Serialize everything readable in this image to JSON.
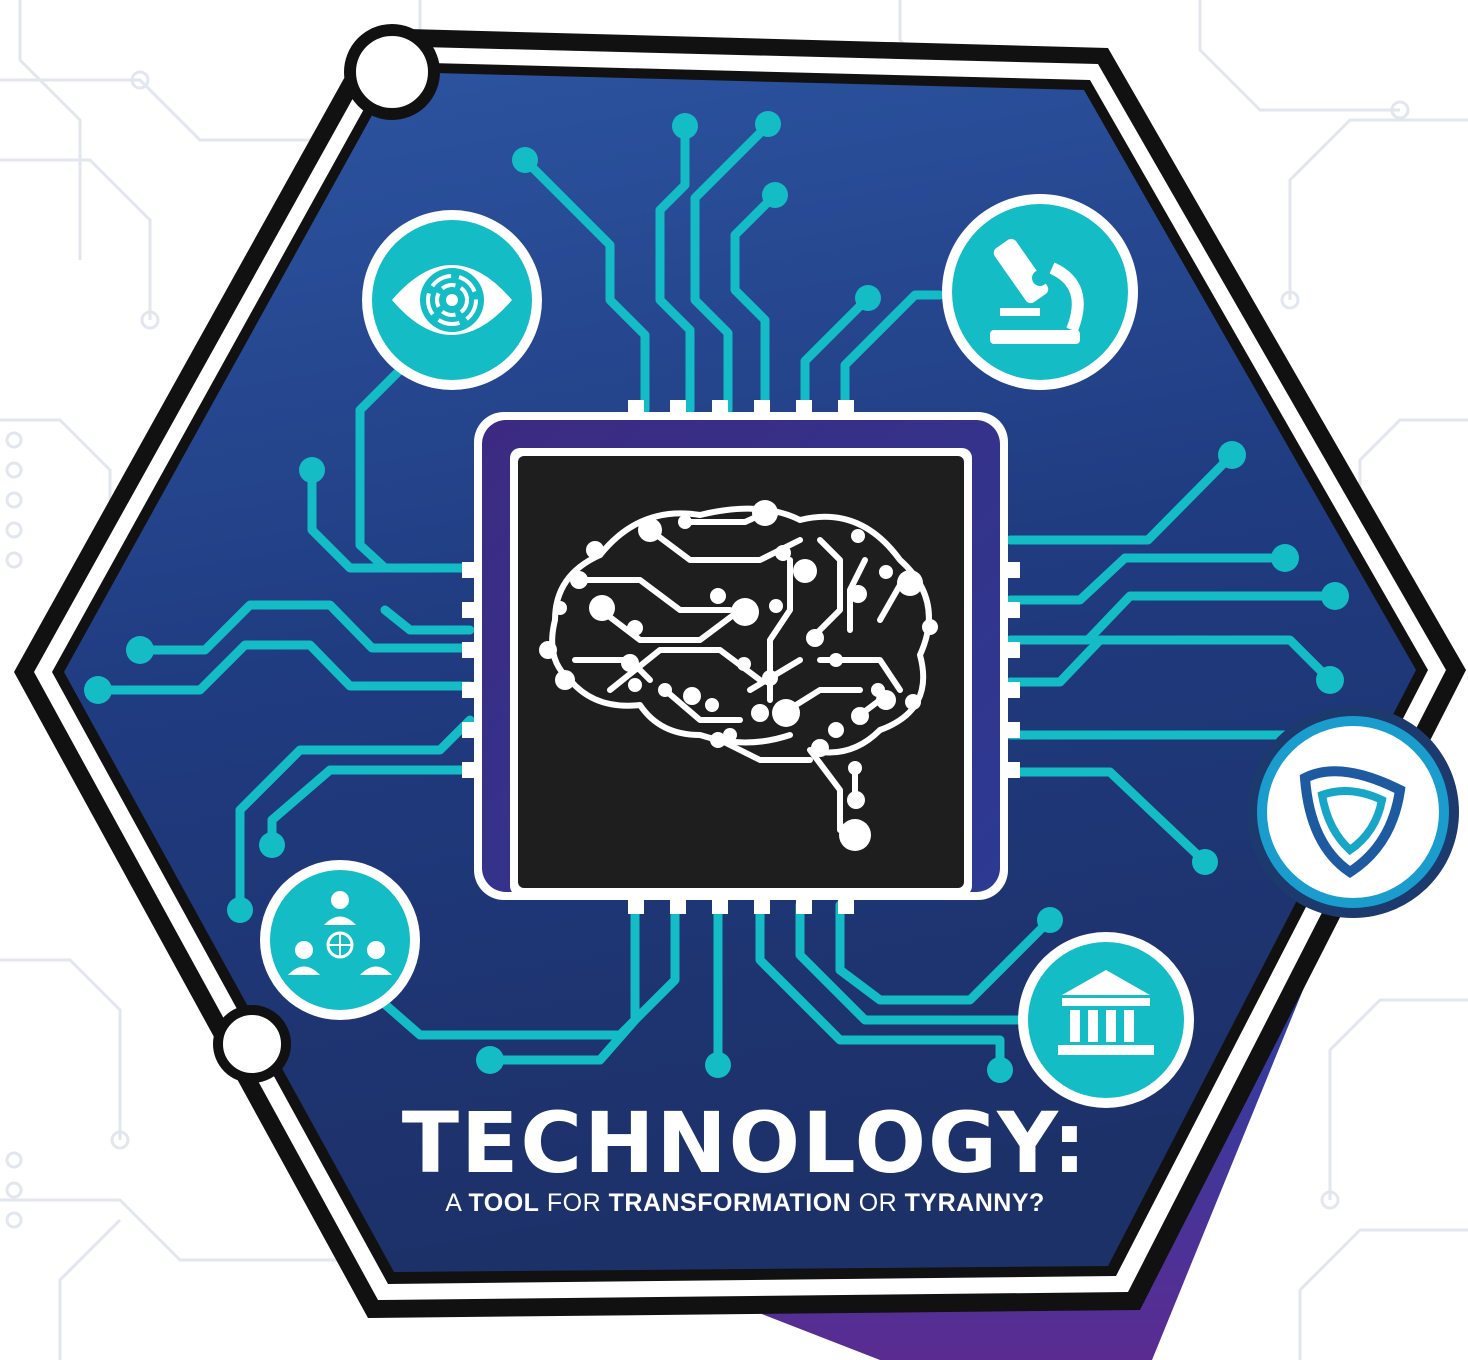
{
  "title": "TECHNOLOGY:",
  "subtitle": {
    "prefix": "A ",
    "w1": "TOOL",
    "w2": " FOR ",
    "w3": "TRANSFORMATION",
    "w4": " OR ",
    "w5": "TYRANNY?"
  },
  "colors": {
    "navy_top": "#2a4f9c",
    "navy_bottom": "#1c2e6a",
    "teal": "#12bcc6",
    "chip_purple": "#4a2c8a",
    "chip_core": "#1e1e1e",
    "outline": "#111111",
    "circuit_bg": "#e3e7ee"
  },
  "icons": [
    "eye-scan-icon",
    "microscope-icon",
    "shield-logo-icon",
    "government-building-icon",
    "global-network-people-icon",
    "brain-circuit-icon"
  ]
}
